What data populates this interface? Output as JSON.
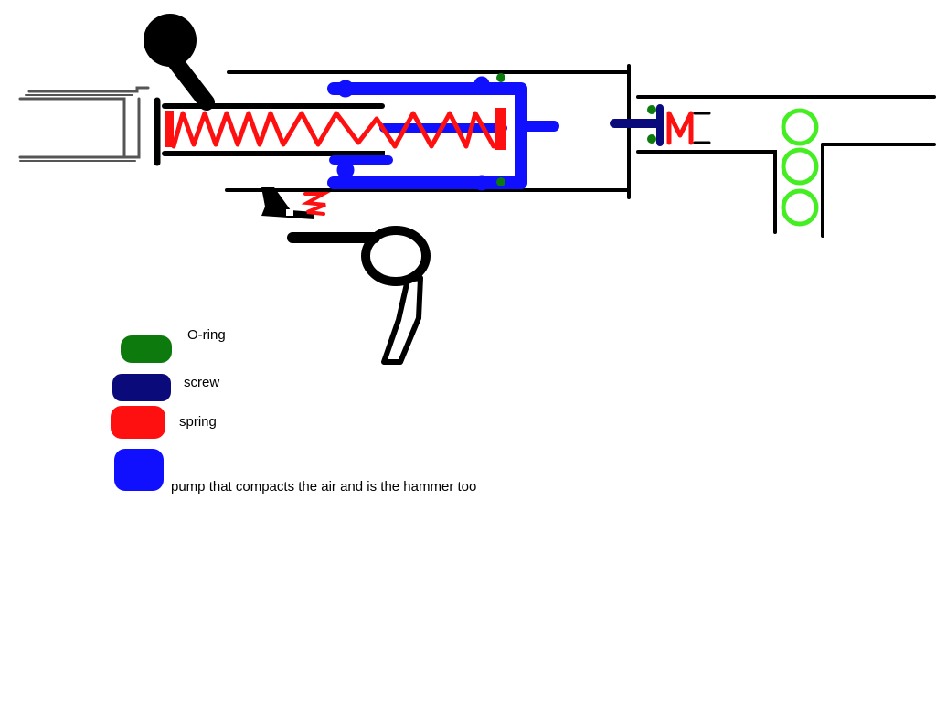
{
  "legend": {
    "oring_label": "O-ring",
    "screw_label": "screw",
    "spring_label": "spring",
    "pump_label": "pump that compacts the air and is the hammer too"
  },
  "colors": {
    "oring": "#0c7a0c",
    "screw": "#0a0a7a",
    "spring": "#ff1010",
    "pump": "#1010ff",
    "pellet": "#44ee22",
    "outline": "#000000",
    "stock": "#555555"
  }
}
